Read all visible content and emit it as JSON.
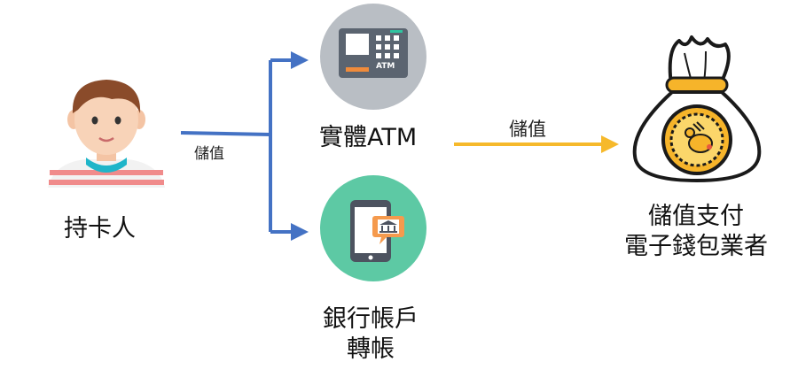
{
  "nodes": {
    "cardholder": {
      "label": "持卡人"
    },
    "atm": {
      "label": "實體ATM",
      "icon": "atm-icon",
      "screen_text": "ATM"
    },
    "bank_transfer": {
      "line1": "銀行帳戶",
      "line2": "轉帳",
      "icon": "tablet-bank-icon"
    },
    "e_wallet": {
      "line1": "儲值支付",
      "line2": "電子錢包業者",
      "icon": "money-bag-icon"
    }
  },
  "edges": {
    "cardholder_to_channels": {
      "label": "儲值"
    },
    "atm_to_wallet": {
      "label": "儲值"
    }
  },
  "colors": {
    "blue_arrow": "#4472c4",
    "orange_arrow": "#f6b92b",
    "atm_circle": "#b9bec4",
    "bank_circle": "#5dc9a4",
    "bag_gold": "#f6b42a"
  }
}
